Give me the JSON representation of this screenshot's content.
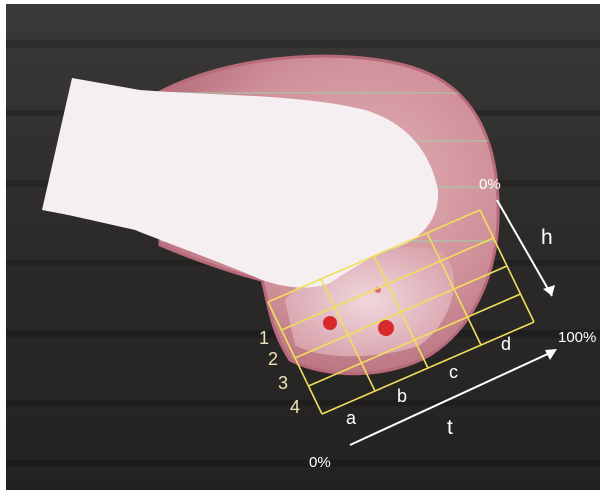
{
  "image": {
    "subject": "photograph of a bone section with a measurement grid overlay",
    "colors": {
      "background": "#2a2928",
      "bone_outline": "#d77d8e",
      "bone_fill": "#c98a94",
      "bone_plate": "#f6eff1",
      "grid_lines": "#f0df5a",
      "arrows": "#ffffff",
      "text": "#ffffff",
      "spots": "#d82a2a"
    }
  },
  "labels": {
    "h_start": "0%",
    "h_axis": "h",
    "t_start": "0%",
    "t_end": "100%",
    "t_axis": "t",
    "rows": [
      "1",
      "2",
      "3",
      "4"
    ],
    "cols": [
      "a",
      "b",
      "c",
      "d"
    ]
  },
  "grid": {
    "rows": 4,
    "cols": 4
  }
}
